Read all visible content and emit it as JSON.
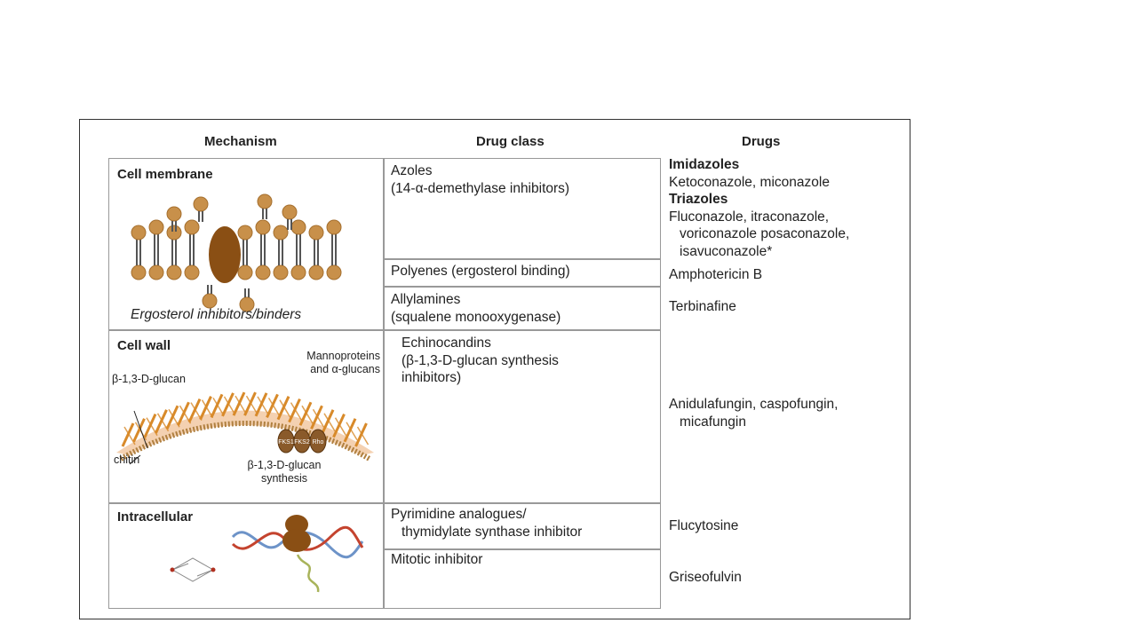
{
  "headers": {
    "mechanism": "Mechanism",
    "drug_class": "Drug class",
    "drugs": "Drugs"
  },
  "mechanisms": {
    "cell_membrane": {
      "title": "Cell membrane",
      "caption": "Ergosterol inhibitors/binders"
    },
    "cell_wall": {
      "title": "Cell wall",
      "label_glucan": "β-1,3-D-glucan",
      "label_mannoproteins_1": "Mannoproteins",
      "label_mannoproteins_2": "and α-glucans",
      "label_chitin": "chitin",
      "label_synthesis_1": "β-1,3-D-glucan",
      "label_synthesis_2": "synthesis",
      "enzyme_1": "FKS1",
      "enzyme_2": "FKS2",
      "enzyme_3": "Rho"
    },
    "intracellular": {
      "title": "Intracellular"
    }
  },
  "drug_classes": {
    "azoles_1": "Azoles",
    "azoles_2": "(14-α-demethylase inhibitors)",
    "polyenes": "Polyenes (ergosterol binding)",
    "allylamines_1": "Allylamines",
    "allylamines_2": "(squalene monooxygenase)",
    "echinocandins_1": "Echinocandins",
    "echinocandins_2": "(β-1,3-D-glucan synthesis",
    "echinocandins_3": "inhibitors)",
    "pyrimidine_1": "Pyrimidine analogues/",
    "pyrimidine_2": "thymidylate synthase inhibitor",
    "mitotic": "Mitotic inhibitor"
  },
  "drugs": {
    "imidazoles_heading": "Imidazoles",
    "imidazoles": "Ketoconazole, miconazole",
    "triazoles_heading": "Triazoles",
    "triazoles_1": "Fluconazole, itraconazole,",
    "triazoles_2": "voriconazole posaconazole,",
    "triazoles_3": "isavuconazole*",
    "polyenes": "Amphotericin B",
    "allylamines": "Terbinafine",
    "echinocandins_1": "Anidulafungin, caspofungin,",
    "echinocandins_2": "micafungin",
    "pyrimidine": "Flucytosine",
    "mitotic": "Griseofulvin"
  },
  "colors": {
    "lipid_head": "#c8904a",
    "lipid_head_dark": "#a56f2e",
    "sterol": "#8a4f14",
    "wall_fill": "#f2c9a3",
    "wall_fiber": "#d88a2a",
    "dna_red": "#c4432e",
    "dna_blue": "#6d93c8",
    "border": "#999999"
  }
}
